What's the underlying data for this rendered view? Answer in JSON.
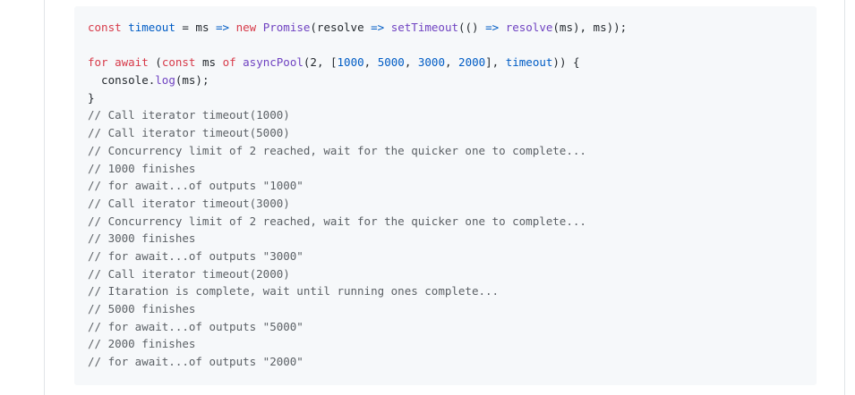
{
  "code": {
    "lines": [
      [
        {
          "t": "const",
          "k": "kw"
        },
        {
          "t": " ",
          "k": "plain"
        },
        {
          "t": "timeout",
          "k": "id"
        },
        {
          "t": " = ms ",
          "k": "plain"
        },
        {
          "t": "=>",
          "k": "id"
        },
        {
          "t": " ",
          "k": "plain"
        },
        {
          "t": "new",
          "k": "kw"
        },
        {
          "t": " ",
          "k": "plain"
        },
        {
          "t": "Promise",
          "k": "fn"
        },
        {
          "t": "(resolve ",
          "k": "plain"
        },
        {
          "t": "=>",
          "k": "id"
        },
        {
          "t": " ",
          "k": "plain"
        },
        {
          "t": "setTimeout",
          "k": "fn"
        },
        {
          "t": "(() ",
          "k": "plain"
        },
        {
          "t": "=>",
          "k": "id"
        },
        {
          "t": " ",
          "k": "plain"
        },
        {
          "t": "resolve",
          "k": "fn"
        },
        {
          "t": "(ms), ms));",
          "k": "plain"
        }
      ],
      [],
      [
        {
          "t": "for",
          "k": "kw"
        },
        {
          "t": " ",
          "k": "plain"
        },
        {
          "t": "await",
          "k": "kw"
        },
        {
          "t": " (",
          "k": "plain"
        },
        {
          "t": "const",
          "k": "kw"
        },
        {
          "t": " ms ",
          "k": "plain"
        },
        {
          "t": "of",
          "k": "kw"
        },
        {
          "t": " ",
          "k": "plain"
        },
        {
          "t": "asyncPool",
          "k": "fn"
        },
        {
          "t": "(2, [",
          "k": "plain"
        },
        {
          "t": "1000",
          "k": "num"
        },
        {
          "t": ", ",
          "k": "plain"
        },
        {
          "t": "5000",
          "k": "num"
        },
        {
          "t": ", ",
          "k": "plain"
        },
        {
          "t": "3000",
          "k": "num"
        },
        {
          "t": ", ",
          "k": "plain"
        },
        {
          "t": "2000",
          "k": "num"
        },
        {
          "t": "], ",
          "k": "plain"
        },
        {
          "t": "timeout",
          "k": "id"
        },
        {
          "t": ")) {",
          "k": "plain"
        }
      ],
      [
        {
          "t": "  console.",
          "k": "plain"
        },
        {
          "t": "log",
          "k": "fn"
        },
        {
          "t": "(ms);",
          "k": "plain"
        }
      ],
      [
        {
          "t": "}",
          "k": "plain"
        }
      ],
      [
        {
          "t": "// Call iterator timeout(1000)",
          "k": "comment"
        }
      ],
      [
        {
          "t": "// Call iterator timeout(5000)",
          "k": "comment"
        }
      ],
      [
        {
          "t": "// Concurrency limit of 2 reached, wait for the quicker one to complete...",
          "k": "comment"
        }
      ],
      [
        {
          "t": "// 1000 finishes",
          "k": "comment"
        }
      ],
      [
        {
          "t": "// for await...of outputs \"1000\"",
          "k": "comment"
        }
      ],
      [
        {
          "t": "// Call iterator timeout(3000)",
          "k": "comment"
        }
      ],
      [
        {
          "t": "// Concurrency limit of 2 reached, wait for the quicker one to complete...",
          "k": "comment"
        }
      ],
      [
        {
          "t": "// 3000 finishes",
          "k": "comment"
        }
      ],
      [
        {
          "t": "// for await...of outputs \"3000\"",
          "k": "comment"
        }
      ],
      [
        {
          "t": "// Call iterator timeout(2000)",
          "k": "comment"
        }
      ],
      [
        {
          "t": "// Itaration is complete, wait until running ones complete...",
          "k": "comment"
        }
      ],
      [
        {
          "t": "// 5000 finishes",
          "k": "comment"
        }
      ],
      [
        {
          "t": "// for await...of outputs \"5000\"",
          "k": "comment"
        }
      ],
      [
        {
          "t": "// 2000 finishes",
          "k": "comment"
        }
      ],
      [
        {
          "t": "// for await...of outputs \"2000\"",
          "k": "comment"
        }
      ]
    ]
  },
  "colors": {
    "keyword": "#d73a49",
    "function": "#6f42c1",
    "number": "#005cc5",
    "identifier": "#005cc5",
    "comment": "#5c6166",
    "text": "#24292e",
    "code_background": "#f6f8fa"
  }
}
